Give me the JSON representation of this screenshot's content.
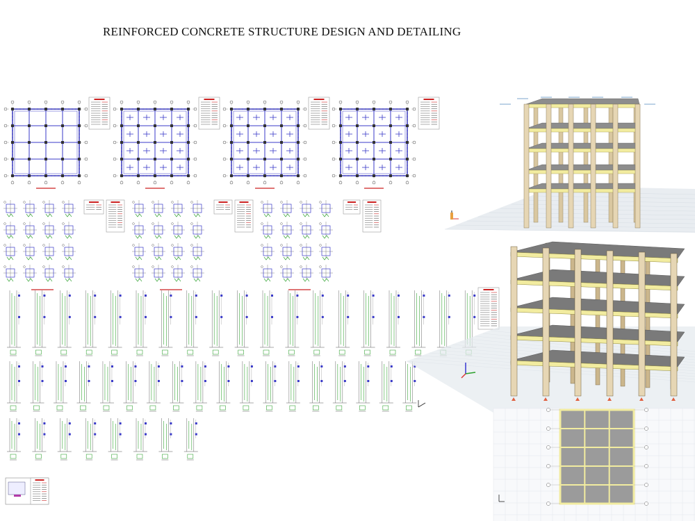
{
  "title": "REINFORCED CONCRETE STRUCTURE DESIGN AND DETAILING",
  "colors": {
    "plan_line": "#3a3ac8",
    "rebar_green": "#3aa63a",
    "label_red": "#cc2222",
    "concrete_col": "#e6d6b4",
    "beam_yellow": "#f2eca0",
    "slab_grey": "#9b9b9b",
    "ground_grid": "#e4e9ee"
  },
  "sheets": {
    "floor_plans": {
      "count": 4
    },
    "footing_plans": {
      "count": 3
    },
    "column_details_rows": [
      19,
      18,
      8
    ]
  }
}
